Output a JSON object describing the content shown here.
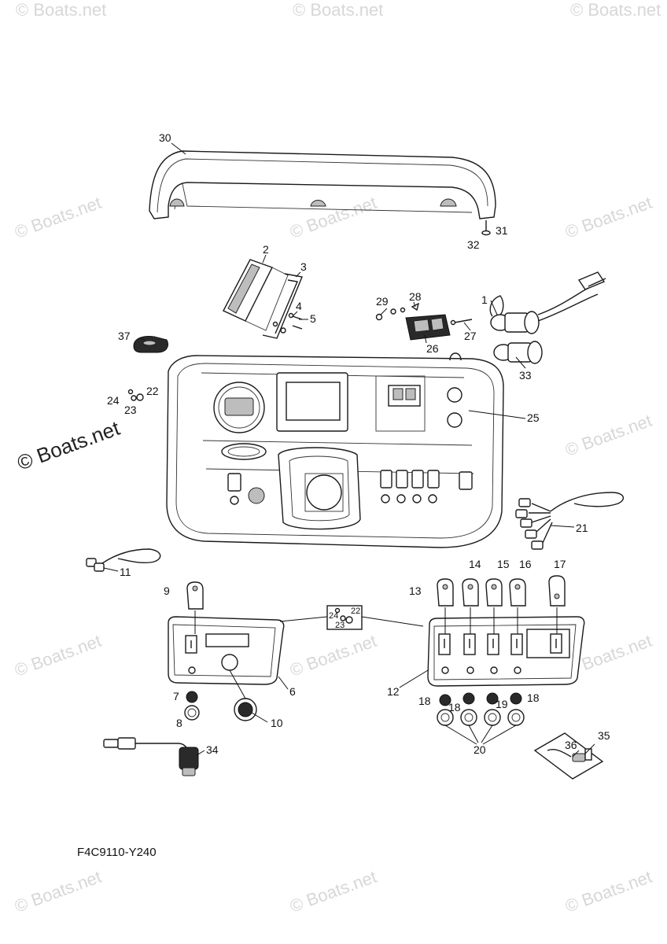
{
  "diagram": {
    "drawing_code": "F4C9110-Y240",
    "watermark_text": "© Boats.net",
    "callouts": [
      {
        "id": "c30",
        "text": "30"
      },
      {
        "id": "c31",
        "text": "31"
      },
      {
        "id": "c32",
        "text": "32"
      },
      {
        "id": "c2",
        "text": "2"
      },
      {
        "id": "c3",
        "text": "3"
      },
      {
        "id": "c4",
        "text": "4"
      },
      {
        "id": "c5",
        "text": "5"
      },
      {
        "id": "c29",
        "text": "29"
      },
      {
        "id": "c28",
        "text": "28"
      },
      {
        "id": "c26",
        "text": "26"
      },
      {
        "id": "c27",
        "text": "27"
      },
      {
        "id": "c1",
        "text": "1"
      },
      {
        "id": "c33",
        "text": "33"
      },
      {
        "id": "c37",
        "text": "37"
      },
      {
        "id": "c22a",
        "text": "22"
      },
      {
        "id": "c24a",
        "text": "24"
      },
      {
        "id": "c23a",
        "text": "23"
      },
      {
        "id": "c25",
        "text": "25"
      },
      {
        "id": "c21",
        "text": "21"
      },
      {
        "id": "c11",
        "text": "11"
      },
      {
        "id": "c9",
        "text": "9"
      },
      {
        "id": "c13",
        "text": "13"
      },
      {
        "id": "c14",
        "text": "14"
      },
      {
        "id": "c15",
        "text": "15"
      },
      {
        "id": "c16",
        "text": "16"
      },
      {
        "id": "c17",
        "text": "17"
      },
      {
        "id": "c24b",
        "text": "24"
      },
      {
        "id": "c22b",
        "text": "22"
      },
      {
        "id": "c23b",
        "text": "23"
      },
      {
        "id": "c6",
        "text": "6"
      },
      {
        "id": "c12",
        "text": "12"
      },
      {
        "id": "c7",
        "text": "7"
      },
      {
        "id": "c8",
        "text": "8"
      },
      {
        "id": "c10",
        "text": "10"
      },
      {
        "id": "c18a",
        "text": "18"
      },
      {
        "id": "c18b",
        "text": "18"
      },
      {
        "id": "c19",
        "text": "19"
      },
      {
        "id": "c18c",
        "text": "18"
      },
      {
        "id": "c20",
        "text": "20"
      },
      {
        "id": "c34",
        "text": "34"
      },
      {
        "id": "c35",
        "text": "35"
      },
      {
        "id": "c36",
        "text": "36"
      }
    ]
  }
}
